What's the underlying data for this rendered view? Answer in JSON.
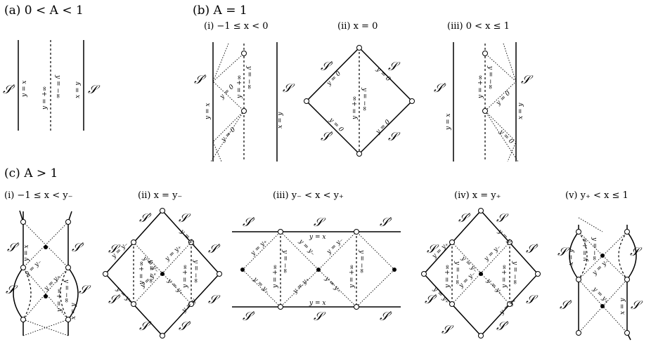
{
  "a": {
    "title": "(a) 0 < A < 1",
    "scri_left": "𝒮′",
    "scri_right": "𝒮",
    "l_y_eq_x": "y = x",
    "l_y_inf": "y = +∞",
    "l_y_minf": "y = −∞",
    "l_x_eq_y": "x = y"
  },
  "b": {
    "title": "(b) A = 1",
    "sub_i": "(i)  −1 ≤ x < 0",
    "sub_ii": "(ii) x = 0",
    "sub_iii": "(iii) 0 < x ≤ 1",
    "scri_p": "𝒮′",
    "scri": "𝒮",
    "y_eq_x": "y = x",
    "x_eq_y": "x = y",
    "y0": "y = 0",
    "y_inf": "y = +∞",
    "y_minf": "y = −∞"
  },
  "c": {
    "title": "(c) A > 1",
    "sub_i": "(i)  −1 ≤ x < y₋",
    "sub_ii": "(ii) x = y₋",
    "sub_iii": "(iii) y₋ < x < y₊",
    "sub_iv": "(iv) x = y₊",
    "sub_v": "(v) y₊ < x ≤ 1",
    "scri_p": "𝒮′",
    "scri": "𝒮",
    "y_eq_x": "y = x",
    "x_eq_y": "x = y",
    "y_m": "y = y₋",
    "y_p": "y = y₊",
    "y_inf": "y = +∞",
    "y_minf": "y = −∞"
  }
}
